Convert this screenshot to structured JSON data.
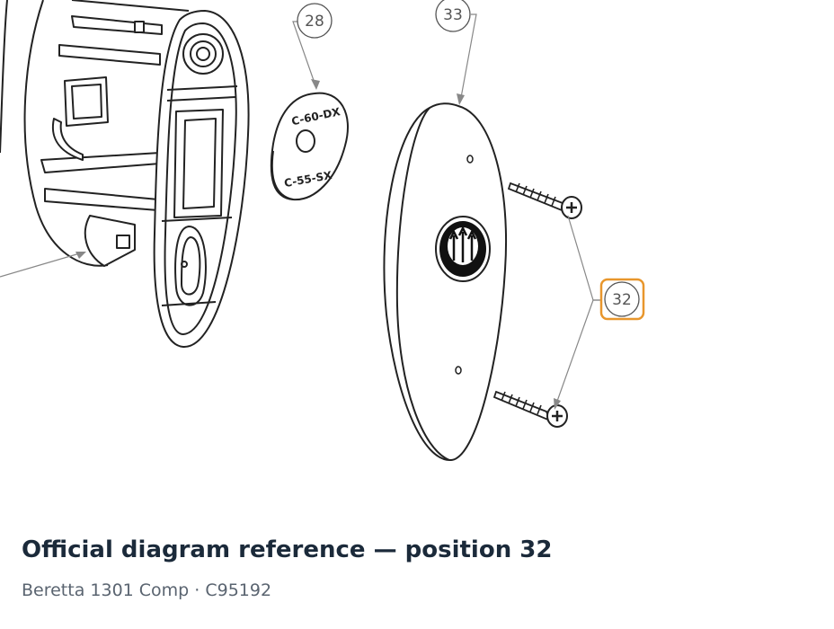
{
  "callouts": {
    "spacer": "28",
    "recoil_pad": "33",
    "screws": "32"
  },
  "spacer_markings": {
    "top": "C-60-DX",
    "bottom": "C-55-SX"
  },
  "colors": {
    "highlight": "#e8962c",
    "line": "#222222",
    "title": "#1b2a3a",
    "subtitle": "#5a6470"
  },
  "caption": {
    "title": "Official diagram reference — position 32",
    "subtitle": "Beretta 1301 Comp · C95192"
  }
}
